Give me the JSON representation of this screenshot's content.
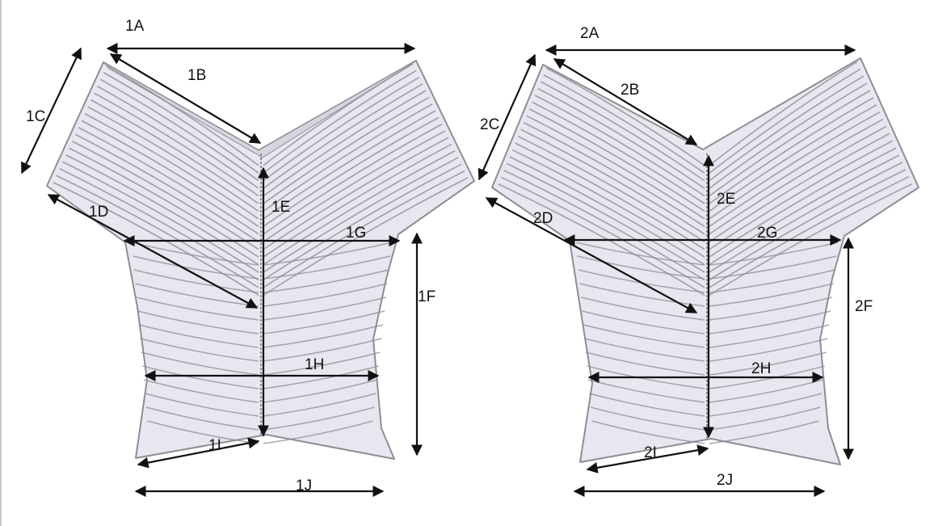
{
  "colors": {
    "fabric": "#e9e6f0",
    "fabric_dark": "#d7d3df",
    "outline": "#8f8d94",
    "pleat": "#8e8b94",
    "arrow": "#111111",
    "left_rule": "#c8c8c8"
  },
  "figures": [
    {
      "id": "fig1",
      "name": "figure-1-bodice",
      "labels": {
        "A": "1A",
        "B": "1B",
        "C": "1C",
        "D": "1D",
        "E": "1E",
        "F": "1F",
        "G": "1G",
        "H": "1H",
        "I": "1I",
        "J": "1J"
      }
    },
    {
      "id": "fig2",
      "name": "figure-2-bodice",
      "labels": {
        "A": "2A",
        "B": "2B",
        "C": "2C",
        "D": "2D",
        "E": "2E",
        "F": "2F",
        "G": "2G",
        "H": "2H",
        "I": "2I",
        "J": "2J"
      }
    }
  ]
}
